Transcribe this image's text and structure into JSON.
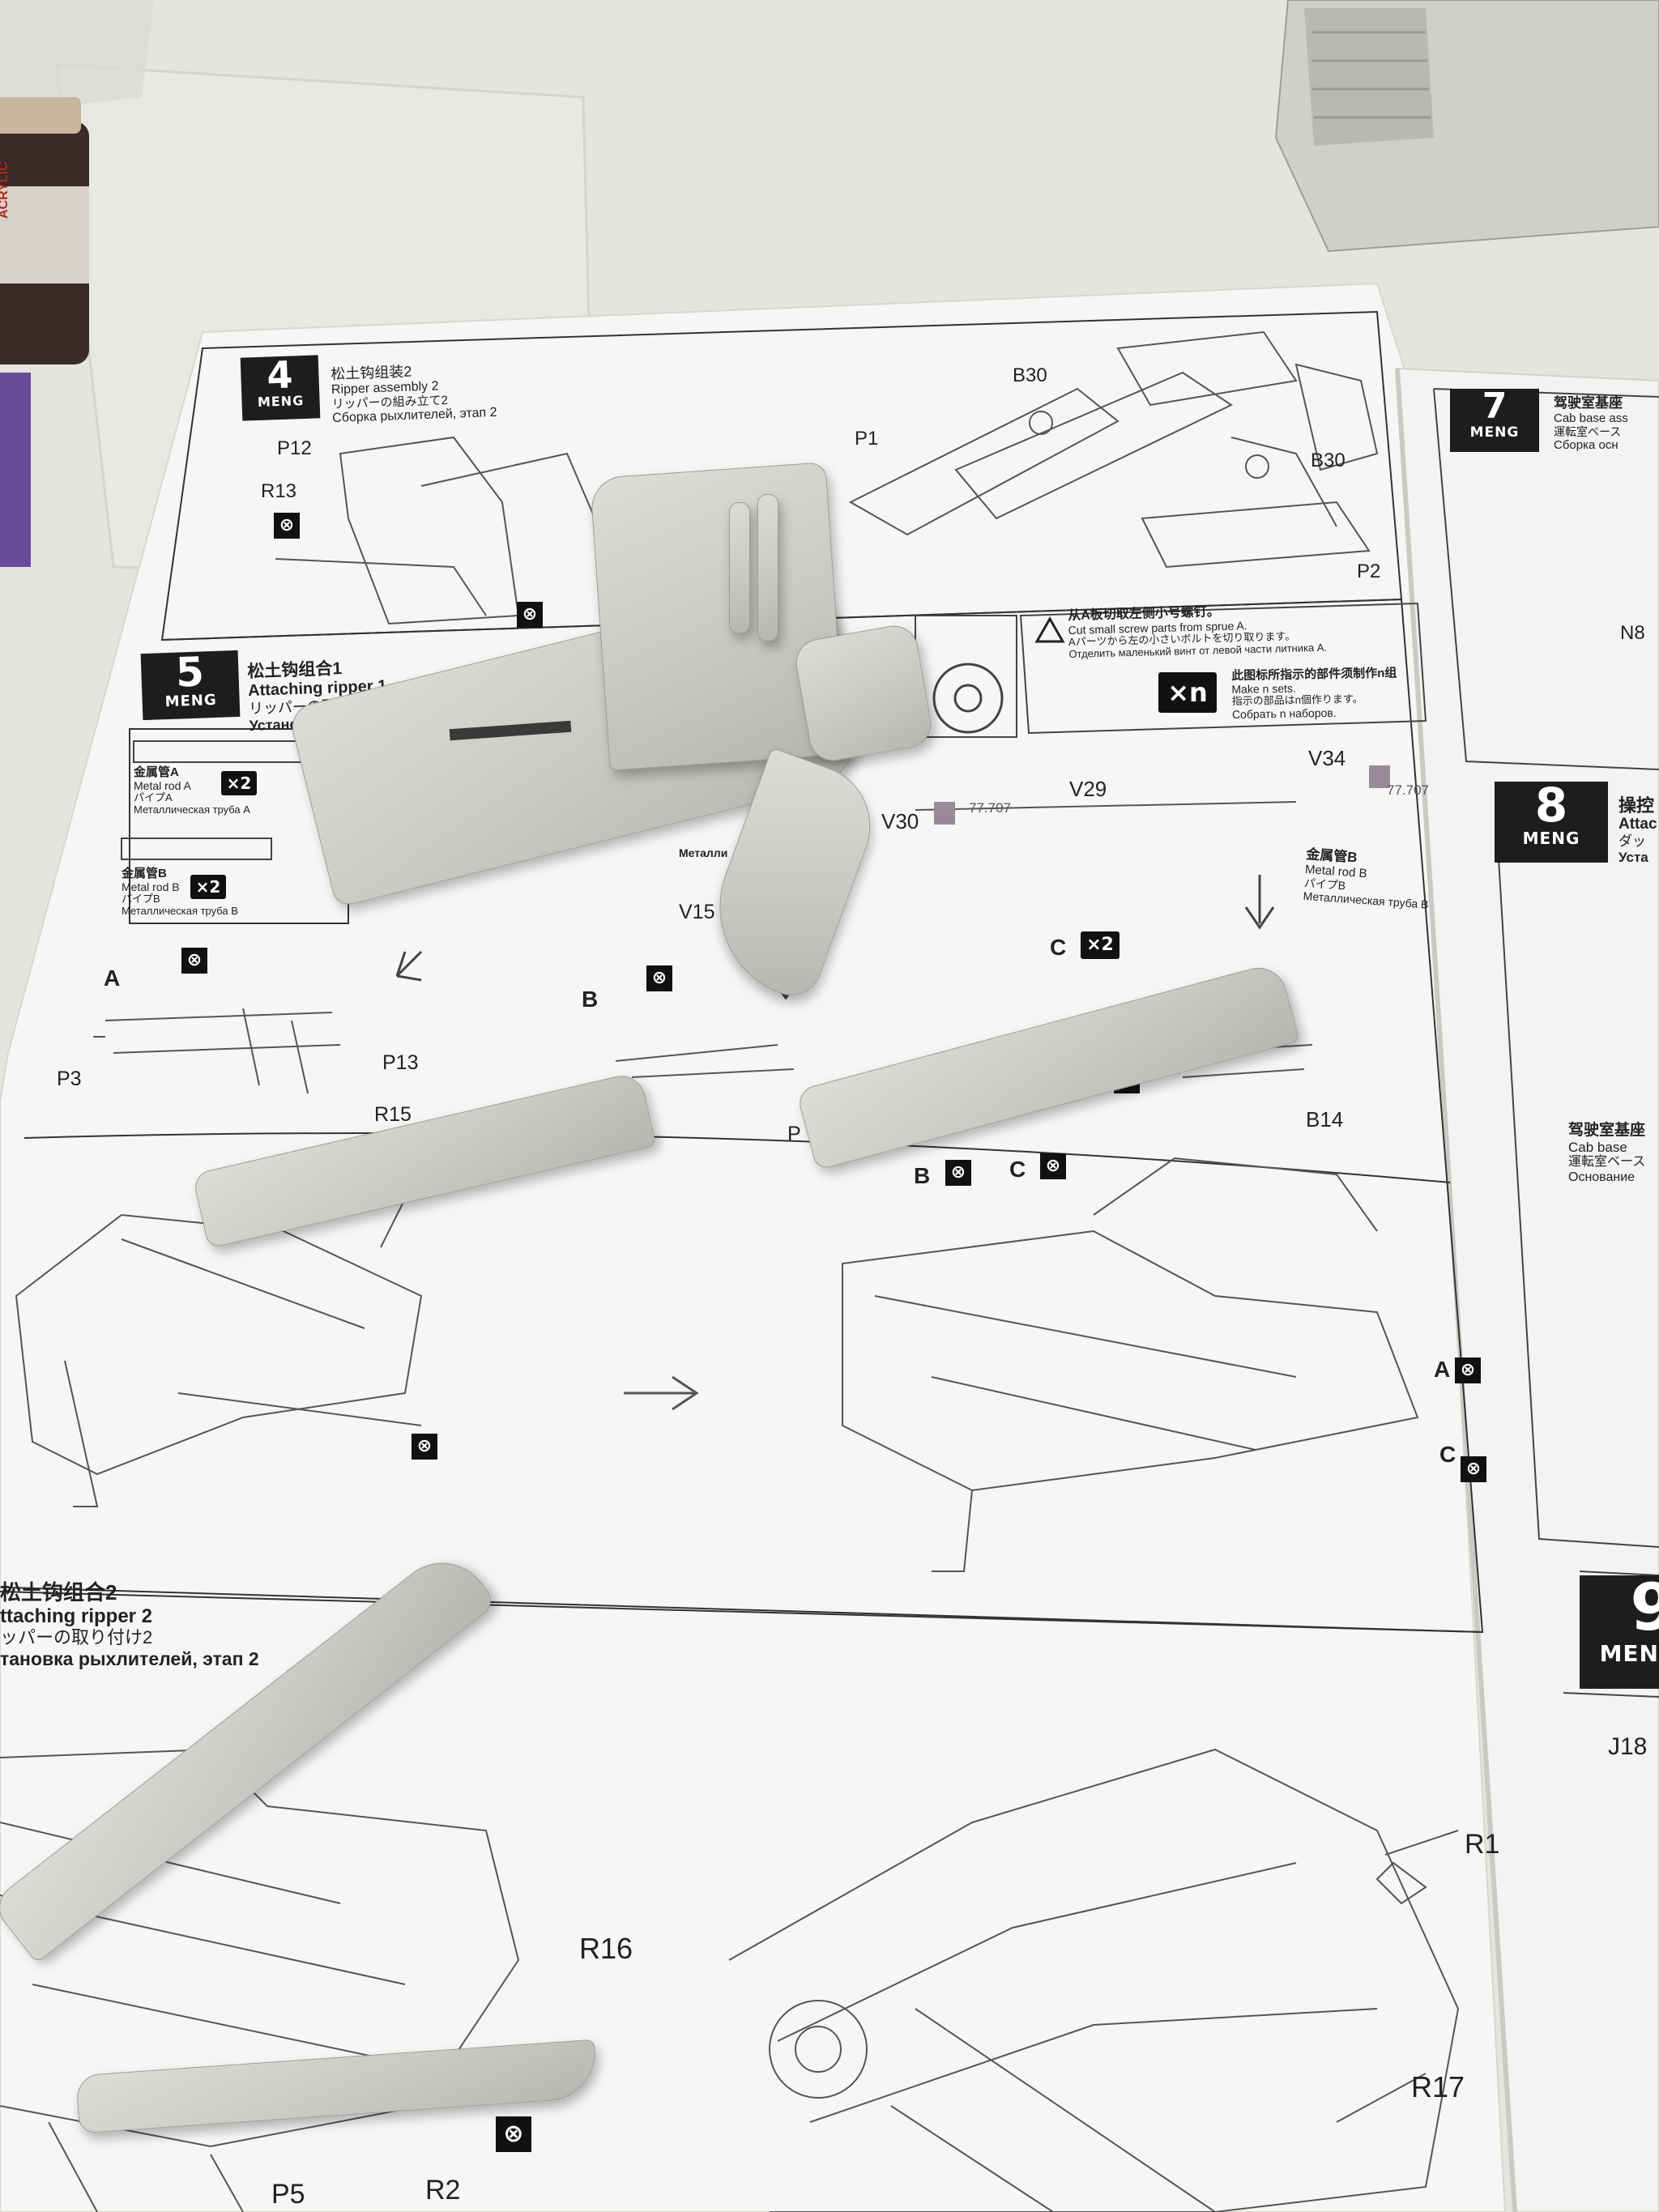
{
  "step4": {
    "number": "4",
    "brand": "MENG",
    "title_zh": "松土钩组装2",
    "title_en": "Ripper assembly 2",
    "title_ja": "リッパーの組み立て2",
    "title_ru": "Сборка рыхлителей, этап 2",
    "labels": {
      "p12": "P12",
      "r13": "R13",
      "b30_top": "B30",
      "p1": "P1",
      "b30_right": "B30",
      "p2": "P2"
    }
  },
  "step5": {
    "number": "5",
    "brand": "MENG",
    "title_zh": "松土钩组合1",
    "title_en": "Attaching ripper 1",
    "title_ja": "リッパーの取り付け1",
    "title_ru": "Установка рыхлител",
    "rod_a_zh": "金属管A",
    "rod_a_en": "Metal rod A",
    "rod_a_ja": "パイプA",
    "rod_a_ru": "Металлическая труба A",
    "rod_b_zh": "金属管B",
    "rod_b_en": "Metal rod B",
    "rod_b_ja": "パイプB",
    "rod_b_ru": "Металлическая труба B",
    "count_x2": "×2",
    "warning_zh": "从A板切取左侧小号螺钉。",
    "warning_en": "Cut small screw parts from sprue A.",
    "warning_ja": "Aパーツから左の小さいボルトを切り取ります。",
    "warning_ru": "Отделить маленький винт от левой части литника А.",
    "sets_badge": "×n",
    "sets_zh": "此图标所指示的部件须制作n组",
    "sets_en": "Make n sets.",
    "sets_ja": "指示の部品はn個作ります。",
    "sets_ru": "Собрать n наборов.",
    "labels": {
      "v30": "V30",
      "v29": "V29",
      "v34": "V34",
      "paint_code": "77.707",
      "v15": "V15",
      "metal_partial": "Металли",
      "p_partial": "P",
      "a": "A",
      "b": "B",
      "c": "C",
      "p3": "P3",
      "p13": "P13",
      "r15": "R15",
      "b14": "B14",
      "rod_b_zh_right": "金属管B",
      "rod_b_en_right": "Metal rod B",
      "rod_b_ja_right": "パイプB",
      "rod_b_ru_right": "Металлическая труба B",
      "ab_partial": "A B"
    }
  },
  "step6": {
    "title_zh": "松土钩组合2",
    "title_en": "ttaching ripper 2",
    "title_ja": "ッパーの取り付け2",
    "title_ru": "тановка рыхлителей, этап 2",
    "labels": {
      "r16": "R16",
      "p5": "P5",
      "r2": "R2",
      "r1": "R1",
      "r17": "R17"
    }
  },
  "step7": {
    "number": "7",
    "brand": "MENG",
    "title_zh": "驾驶室基座",
    "title_en": "Cab base ass",
    "title_ja": "運転室ベース",
    "title_ru": "Сборка осн",
    "label_n8": "N8"
  },
  "step8": {
    "number": "8",
    "brand": "MENG",
    "title_zh": "操控",
    "title_en": "Attac",
    "title_ja": "ダッ",
    "title_ru": "Уста",
    "sub_zh": "驾驶室基座",
    "sub_en": "Cab base",
    "sub_ja": "運転室ベース",
    "sub_ru": "Основание"
  },
  "step9": {
    "number": "9",
    "brand": "MEN",
    "label_j18": "J18"
  },
  "paint_jar": {
    "label": "ACRYLIC"
  },
  "colors": {
    "sheet": "#f6f6f4",
    "badge": "#1d1d1d",
    "plastic": "#cfd0cc",
    "paint_swatch": "#9a8a98"
  }
}
